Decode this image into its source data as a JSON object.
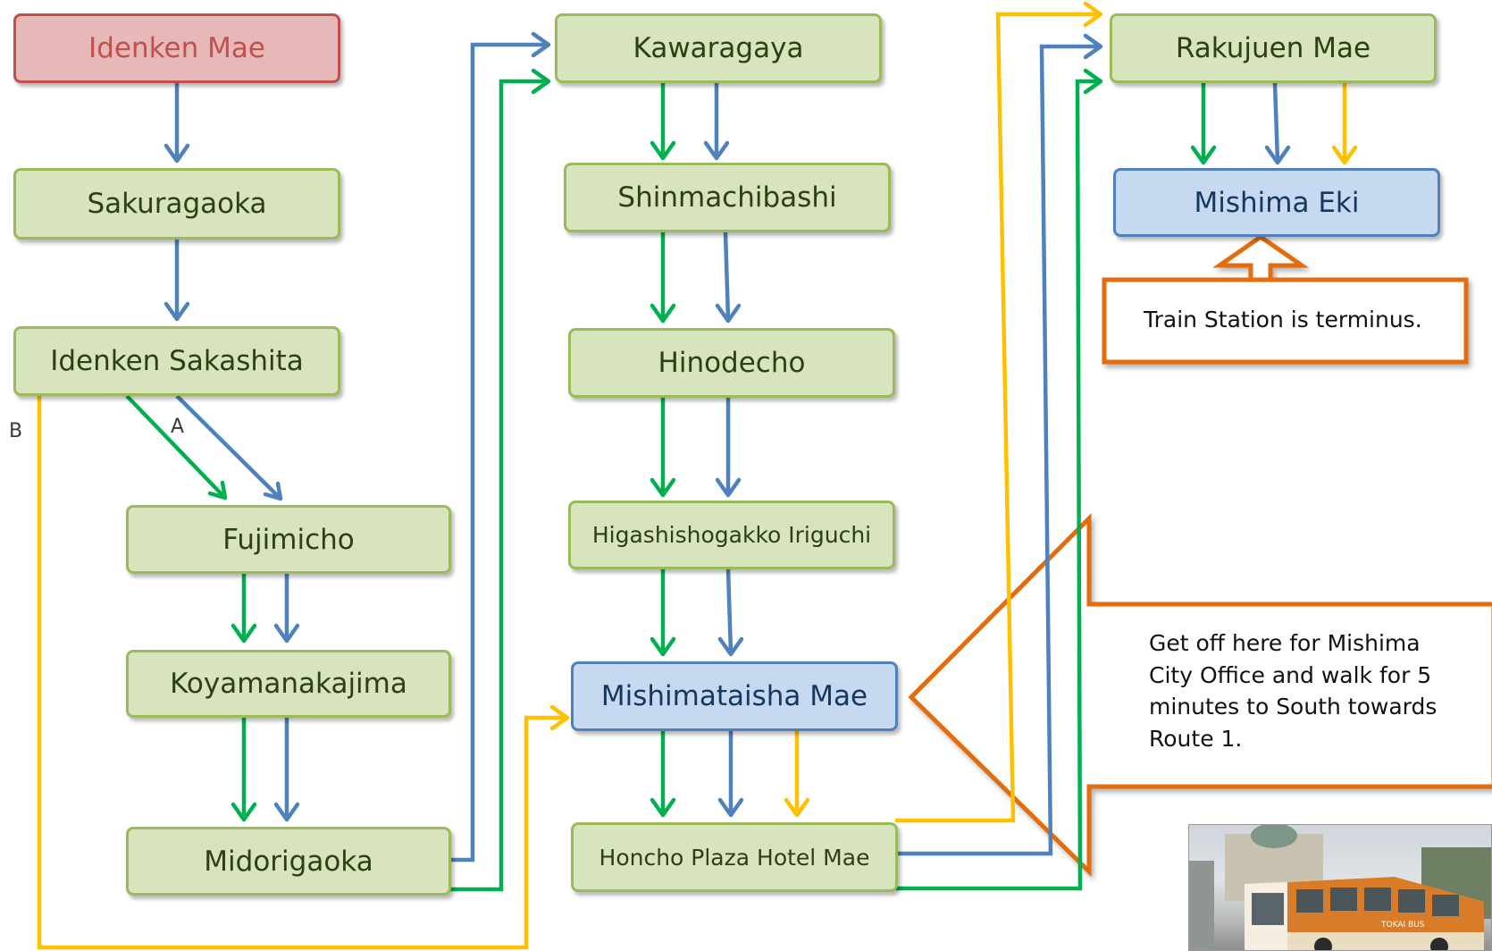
{
  "stops": {
    "idenken_mae": "Idenken Mae",
    "sakuragaoka": "Sakuragaoka",
    "idenken_sakashita": "Idenken Sakashita",
    "fujimicho": "Fujimicho",
    "koyamanakajima": "Koyamanakajima",
    "midorigaoka": "Midorigaoka",
    "kawaragaya": "Kawaragaya",
    "shinmachibashi": "Shinmachibashi",
    "hinodecho": "Hinodecho",
    "higashishogakko_iriguchi": "Higashishogakko Iriguchi",
    "mishimataisha_mae": "Mishimataisha Mae",
    "honcho_plaza_hotel_mae": "Honcho Plaza Hotel Mae",
    "rakujuen_mae": "Rakujuen Mae",
    "mishima_eki": "Mishima Eki"
  },
  "route_labels": {
    "a": "A",
    "b": "B"
  },
  "callouts": {
    "terminus": "Train Station is terminus.",
    "city_office": [
      "Get off here for Mishima",
      "City Office and walk for 5",
      "minutes to South towards",
      "Route 1."
    ]
  },
  "photo_text": {
    "bus_sign": "TOKAI BUS"
  },
  "colors": {
    "route_blue": "#4f81bd",
    "route_green": "#00b050",
    "route_yellow": "#ffc000",
    "callout_orange": "#e46c0a",
    "box_green_fill": "#d7e4bd",
    "box_green_border": "#9bbb59",
    "start_fill": "#e6b9b8",
    "start_border": "#c0504d",
    "hub_fill": "#c6d9f1",
    "hub_border": "#4f81bd"
  }
}
